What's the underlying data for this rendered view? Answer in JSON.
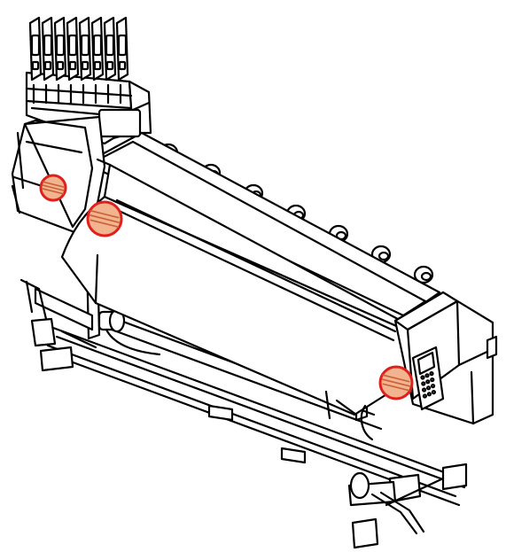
{
  "colors": {
    "line": "#000000",
    "fill": "#ffffff",
    "marker_ring": "#e0201c",
    "marker_fill": "#f2b48e",
    "marker_stripe": "#c8613a"
  },
  "cartridges": [
    1,
    2,
    3,
    4,
    5,
    6,
    7,
    8
  ],
  "spool_holders": [
    1,
    2,
    3,
    4,
    5,
    6,
    7
  ],
  "markers": [
    {
      "name": "left-cover-marker"
    },
    {
      "name": "front-cover-left-marker"
    },
    {
      "name": "front-cover-right-marker"
    }
  ]
}
